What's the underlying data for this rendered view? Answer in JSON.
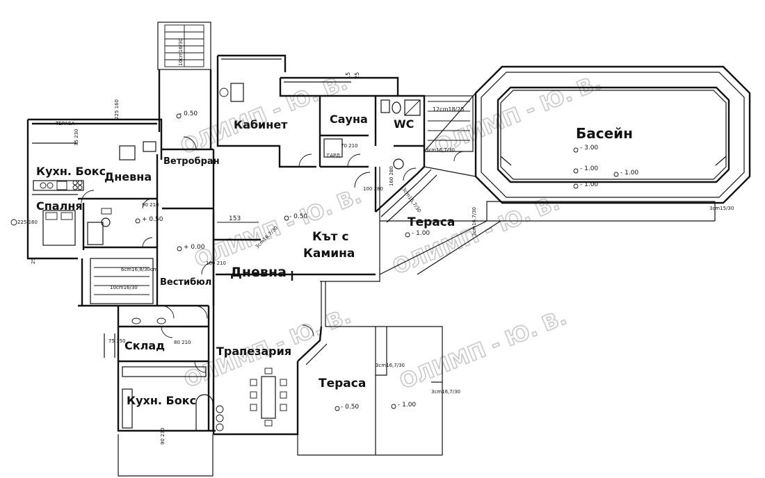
{
  "rooms": {
    "kabinet": "Кабинет",
    "sauna": "Сауна",
    "wc": "WC",
    "basein": "Басейн",
    "kuhn_boks_top": "Кухн. Бокс",
    "dnevna_top": "Дневна",
    "vetrobran": "Ветробран",
    "spalnya": "Спалня",
    "kat_s_1": "Кът с",
    "kat_s_2": "Камина",
    "terasa_right": "Тераса",
    "dnevna_main": "Дневна",
    "vestibyul": "Вестибюл",
    "sklad": "Склад",
    "trapezariya": "Трапезария",
    "terasa_bottom": "Тераса",
    "kuhn_boks_bottom": "Кухн. Бокс",
    "terasa_small": "ТЕРАСА",
    "gard": "ГАРД"
  },
  "levels": {
    "l050_top": "- 0.50",
    "l050_left": "+ 0.50",
    "l000": "+ 0.00",
    "l050_mid": "- 0.50",
    "l100_terr": "- 1.00",
    "l300_pool": "- 3.00",
    "l100_pool_a": "- 1.00",
    "l100_pool_b": "- 1.00",
    "l100_pool_c": "- 1.00",
    "l050_bottom": "- 0.50",
    "l100_bottom": "- 1.00"
  },
  "dims": {
    "d153": "153",
    "d15": "15",
    "d25": "25",
    "stairs_top": "10cm16/30",
    "stairs_pool": "12cm18/25",
    "steps_a": "3cm16,7/30",
    "steps_b": "3cm15/30",
    "steps_c": "3cm16,7/30",
    "steps_d": "3cm16,7/30",
    "steps_e": "3cm16,7/30",
    "steps_f": "6cm16,8/30cm",
    "steps_g": "10cm16/30",
    "steps_h": "3cm16,7/30",
    "steps_i": "3cm16,7/30",
    "d1": "90 210",
    "d2": "80 210",
    "d3": "70 210",
    "d4": "100 280",
    "d5": "160 280",
    "d6": "160 210",
    "d7": "75 150",
    "d8": "225 160",
    "d9": "25",
    "d10": "90 230",
    "d11": "225 160",
    "d12": "75 230"
  },
  "watermark": {
    "text": "ОЛИМП - Ю. В."
  }
}
